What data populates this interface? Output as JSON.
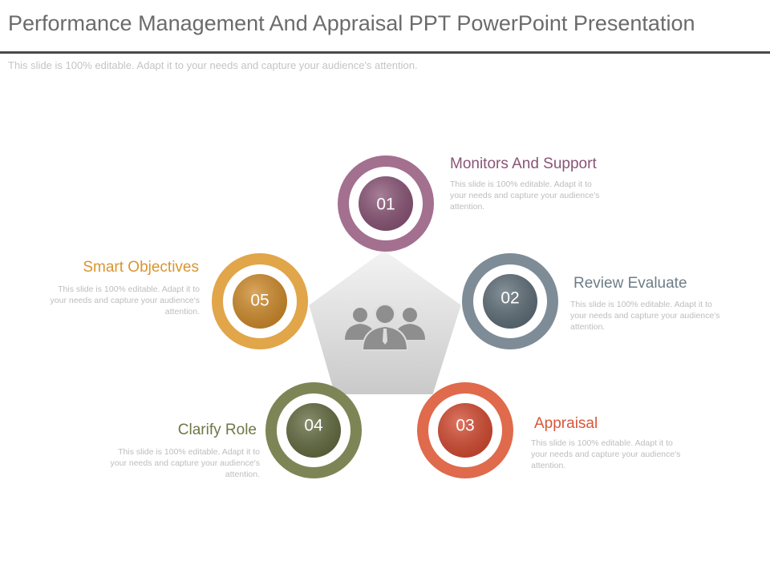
{
  "slide": {
    "title": "Performance Management And Appraisal PPT PowerPoint Presentation",
    "subtitle": "This slide is 100% editable. Adapt it to your needs and capture your audience's attention."
  },
  "center": {
    "icon": "team-people-icon"
  },
  "steps": [
    {
      "number": "01",
      "heading": "Monitors And Support",
      "description": "This slide is 100% editable. Adapt it to your needs and capture your audience's attention.",
      "color": "#8a5476"
    },
    {
      "number": "02",
      "heading": "Review Evaluate",
      "description": "This slide is 100% editable. Adapt it to your needs and capture your audience's attention.",
      "color": "#6e7d87"
    },
    {
      "number": "03",
      "heading": "Appraisal",
      "description": "This slide is 100% editable. Adapt it to your needs and capture your audience's attention.",
      "color": "#d9553a"
    },
    {
      "number": "04",
      "heading": "Clarify Role",
      "description": "This slide is 100% editable. Adapt it to your needs and capture your audience's attention.",
      "color": "#6f7747"
    },
    {
      "number": "05",
      "heading": "Smart Objectives",
      "description": "This slide is 100% editable. Adapt it to your needs and capture your audience's attention.",
      "color": "#d9952f"
    }
  ]
}
